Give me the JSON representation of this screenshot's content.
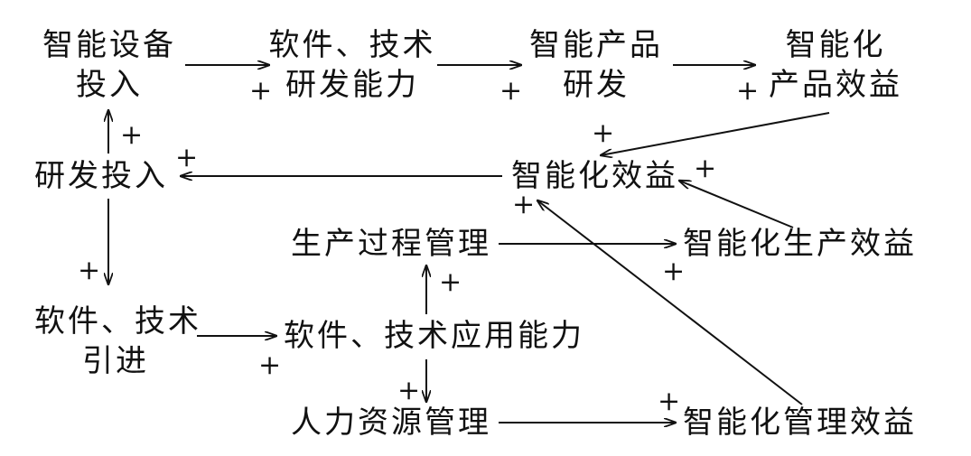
{
  "nodes": {
    "device_investment": {
      "line1": "智能设备",
      "line2": "投入"
    },
    "sw_dev_capability": {
      "line1": "软件、技术",
      "line2": "研发能力"
    },
    "product_rnd": {
      "line1": "智能产品",
      "line2": "研发"
    },
    "product_benefit": {
      "line1": "智能化",
      "line2": "产品效益"
    },
    "rnd_investment": "研发投入",
    "intel_benefit": "智能化效益",
    "production_mgmt": "生产过程管理",
    "production_benefit": "智能化生产效益",
    "sw_introduction": {
      "line1": "软件、技术",
      "line2": "引进"
    },
    "sw_application": "软件、技术应用能力",
    "hr_mgmt": "人力资源管理",
    "mgmt_benefit": "智能化管理效益"
  },
  "polarity_sign": "+",
  "colors": {
    "line": "#111111"
  }
}
